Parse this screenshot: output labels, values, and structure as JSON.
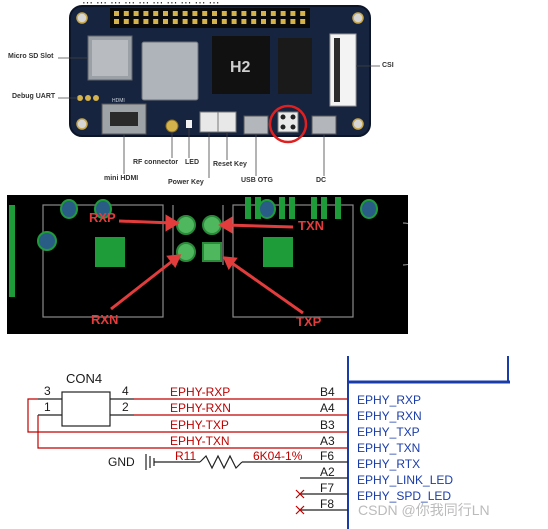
{
  "top_fragment": "⋯ ⋯ ⋯ ⋯ ⋯ ⋯ ⋯ ⋯ ⋯ ⋯",
  "board": {
    "labels": {
      "micro_sd": "Micro SD Slot",
      "debug_uart": "Debug UART",
      "csi": "CSI",
      "mini_hdmi": "mini HDMI",
      "rf_connector": "RF connector",
      "led": "LED",
      "reset_key": "Reset Key",
      "power_key": "Power Key",
      "usb_otg": "USB OTG",
      "dc": "DC"
    },
    "chip_text": "H2",
    "silk_hdmi": "HDMI"
  },
  "pcb": {
    "pads": {
      "rxp": "RXP",
      "txn": "TXN",
      "rxn": "RXN",
      "txp": "TXP"
    }
  },
  "schematic": {
    "connector": {
      "name": "CON4",
      "pins": [
        "3",
        "4",
        "1",
        "2"
      ]
    },
    "wire_nets": [
      "EPHY-RXP",
      "EPHY-RXN",
      "EPHY-TXP",
      "EPHY-TXN"
    ],
    "resistor": {
      "ref": "R11",
      "value": "6K04-1%"
    },
    "gnd": "GND",
    "ic_pins": [
      "B4",
      "A4",
      "B3",
      "A3",
      "F6",
      "A2",
      "F7",
      "F8"
    ],
    "ic_nets": [
      "EPHY_RXP",
      "EPHY_RXN",
      "EPHY_TXP",
      "EPHY_TXN",
      "EPHY_RTX",
      "EPHY_LINK_LED",
      "EPHY_SPD_LED"
    ],
    "colors": {
      "wire": "#c00000",
      "ic": "#1a3ca8"
    }
  },
  "watermark": "CSDN @你我同行LN"
}
